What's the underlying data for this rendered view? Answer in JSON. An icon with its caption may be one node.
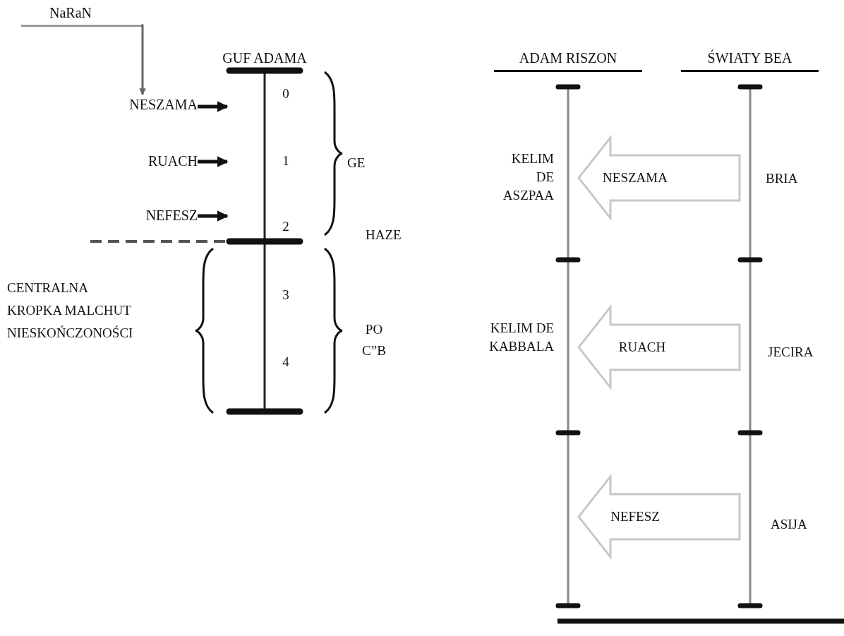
{
  "diagram": {
    "nodes": [
      {
        "text": [
          "NaRaN"
        ]
      },
      {
        "text": [
          "NESZAMA"
        ]
      },
      {
        "text": [
          "RUACH"
        ]
      },
      {
        "text": [
          "NEFESZ"
        ]
      },
      {
        "text": [],
        "shape": "bar",
        "beside": [
          "GUF ADAMA"
        ]
      },
      {
        "text": [],
        "shape": "bar",
        "beside": [
          "ADAM RISZON"
        ]
      },
      {
        "text": [],
        "shape": "bar",
        "beside": [
          "ŚWIATY BEA"
        ]
      }
    ],
    "edges": [
      {
        "from": 0,
        "to": 1,
        "arrow": "to",
        "color": "#666666"
      },
      {
        "from": 1,
        "to": 4,
        "arrow": "to"
      },
      {
        "from": 2,
        "to": 4,
        "arrow": "to"
      },
      {
        "from": 3,
        "to": 4,
        "arrow": "to"
      },
      {
        "from": 6,
        "to": 5,
        "arrow": "to",
        "label": "NESZAMA",
        "color": "#c8c8c8"
      },
      {
        "from": 6,
        "to": 5,
        "arrow": "to",
        "label": "RUACH",
        "color": "#c8c8c8"
      },
      {
        "from": 6,
        "to": 5,
        "arrow": "to",
        "label": "NEFESZ",
        "color": "#c8c8c8"
      }
    ],
    "labels": [
      "0",
      "1",
      "GE",
      "KELIM DE ASZPAA",
      "BRIA",
      "2",
      "HAZE",
      "CENTRALNA KROPKA MALCHUT NIESKOŃCZONOŚCI",
      "3",
      "PO C”B",
      "4",
      "KELIM DE KABBALA",
      "JECIRA",
      "ASIJA"
    ]
  }
}
